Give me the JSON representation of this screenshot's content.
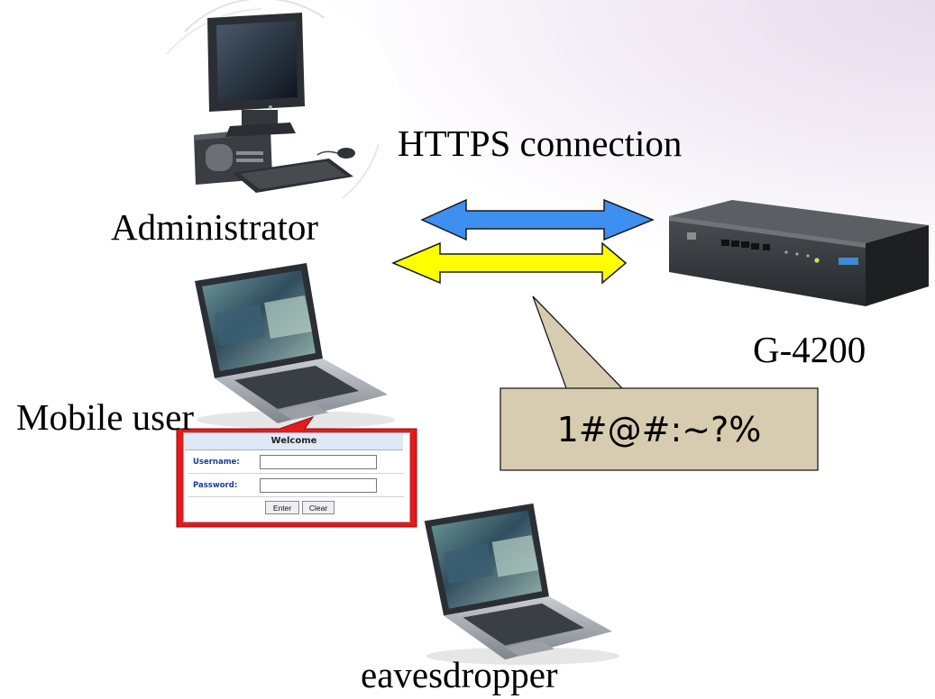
{
  "labels": {
    "connection": "HTTPS connection",
    "administrator": "Administrator",
    "device": "G-4200",
    "mobile_user": "Mobile user",
    "eavesdropper": "eavesdropper"
  },
  "callout": {
    "text": "1#@#:~?%"
  },
  "login_form": {
    "title": "Welcome",
    "username_label": "Username:",
    "username_value": "",
    "password_label": "Password:",
    "password_value": "",
    "enter_label": "Enter",
    "clear_label": "Clear"
  },
  "colors": {
    "arrow_top": "#3d8ff0",
    "arrow_bottom": "#ffff00",
    "callout_fill": "#d8ccb0",
    "form_frame": "#e8191b"
  },
  "icons": {
    "administrator": "desktop-computer-icon",
    "mobile_user": "laptop-icon",
    "eavesdropper": "laptop-icon",
    "device": "network-appliance-icon"
  }
}
